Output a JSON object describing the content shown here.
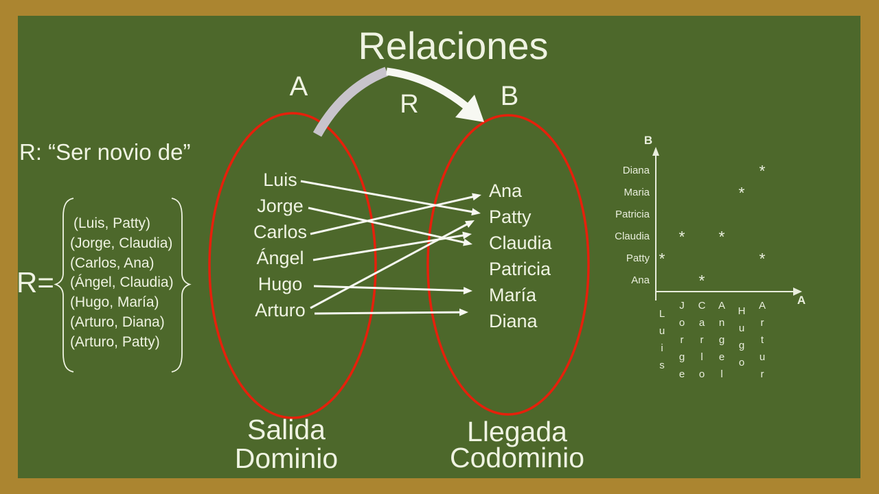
{
  "slide": {
    "title": "Relaciones",
    "relation_name": "R: “Ser novio de”",
    "relation_symbol": "R=",
    "relation_pairs": [
      "(Luis, Patty)",
      "(Jorge, Claudia)",
      "(Carlos, Ana)",
      "(Ángel, Claudia)",
      "(Hugo, María)",
      "(Arturo, Diana)",
      "(Arturo, Patty)"
    ]
  },
  "diagram": {
    "set_a_label": "A",
    "set_b_label": "B",
    "arc_label": "R",
    "domain_names": [
      "Luis",
      "Jorge",
      "Carlos",
      "Ángel",
      "Hugo",
      "Arturo"
    ],
    "codomain_names": [
      "Ana",
      "Patty",
      "Claudia",
      "Patricia",
      "María",
      "Diana"
    ],
    "mappings": [
      [
        "Luis",
        "Patty"
      ],
      [
        "Jorge",
        "Claudia"
      ],
      [
        "Carlos",
        "Ana"
      ],
      [
        "Ángel",
        "Claudia"
      ],
      [
        "Hugo",
        "María"
      ],
      [
        "Arturo",
        "Diana"
      ],
      [
        "Arturo",
        "Patty"
      ]
    ],
    "left_caption": {
      "line1": "Salida",
      "line2": "Dominio"
    },
    "right_caption": {
      "line1": "Llegada",
      "line2": "Codominio"
    }
  },
  "chart_data": {
    "type": "scatter",
    "marker": "*",
    "x_axis_label": "A",
    "y_axis_label": "B",
    "x_tick_labels": [
      "Luis",
      "Jorge",
      "Carlo",
      "Angel",
      "Hugo",
      "Artur"
    ],
    "y_tick_labels_top_to_bottom": [
      "Diana",
      "Maria",
      "Patricia",
      "Claudia",
      "Patty",
      "Ana"
    ],
    "points": [
      {
        "x": "Luis",
        "y": "Patty"
      },
      {
        "x": "Jorge",
        "y": "Claudia"
      },
      {
        "x": "Carlo",
        "y": "Ana"
      },
      {
        "x": "Angel",
        "y": "Claudia"
      },
      {
        "x": "Hugo",
        "y": "Maria"
      },
      {
        "x": "Artur",
        "y": "Diana"
      },
      {
        "x": "Artur",
        "y": "Patty"
      }
    ]
  },
  "colors": {
    "background": "#4d682b",
    "frame": "#ab8530",
    "text": "#eff3e2",
    "ellipse_stroke": "#e6200b",
    "arc_gray": "#c8c4cc",
    "arrow_white": "#f7f8f2",
    "chart_text": "#e9eedd"
  }
}
